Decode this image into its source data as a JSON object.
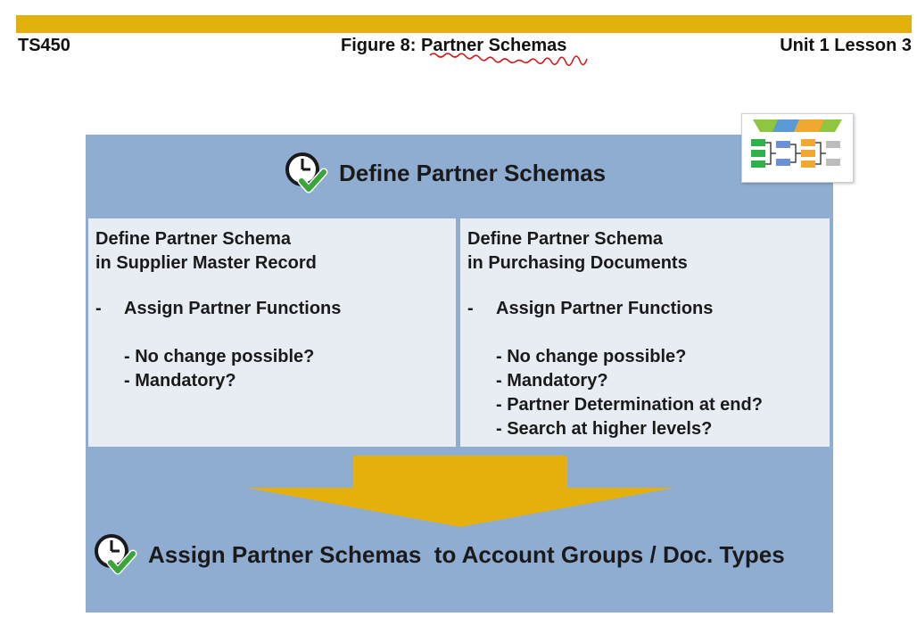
{
  "header": {
    "course_code": "TS450",
    "figure_title": "Figure 8: Partner Schemas",
    "unit_lesson": "Unit 1 Lesson 3"
  },
  "slide": {
    "title": "Define Partner Schemas",
    "left_panel": {
      "heading_line1": "Define Partner Schema",
      "heading_line2": "in Supplier Master Record",
      "bullet_dash": "-",
      "bullet": "Assign Partner Functions",
      "sub_items": [
        "- No change possible?",
        "- Mandatory?"
      ]
    },
    "right_panel": {
      "heading_line1": "Define Partner Schema",
      "heading_line2": "in Purchasing Documents",
      "bullet_dash": "-",
      "bullet": "Assign Partner Functions",
      "sub_items": [
        "- No change possible?",
        "- Mandatory?",
        "- Partner Determination at end?",
        "- Search at higher levels?"
      ]
    },
    "bottom_text": "Assign Partner Schemas  to Account Groups / Doc. Types"
  },
  "icons": {
    "title_icon": "clock-check-icon",
    "bottom_icon": "clock-check-icon",
    "thumbnail": "process-diagram-icon"
  },
  "colors": {
    "accent_bar": "#e1b20c",
    "slide_background": "#8fadd1",
    "panel_background": "#e8ecf3",
    "arrow": "#e6b00c"
  }
}
